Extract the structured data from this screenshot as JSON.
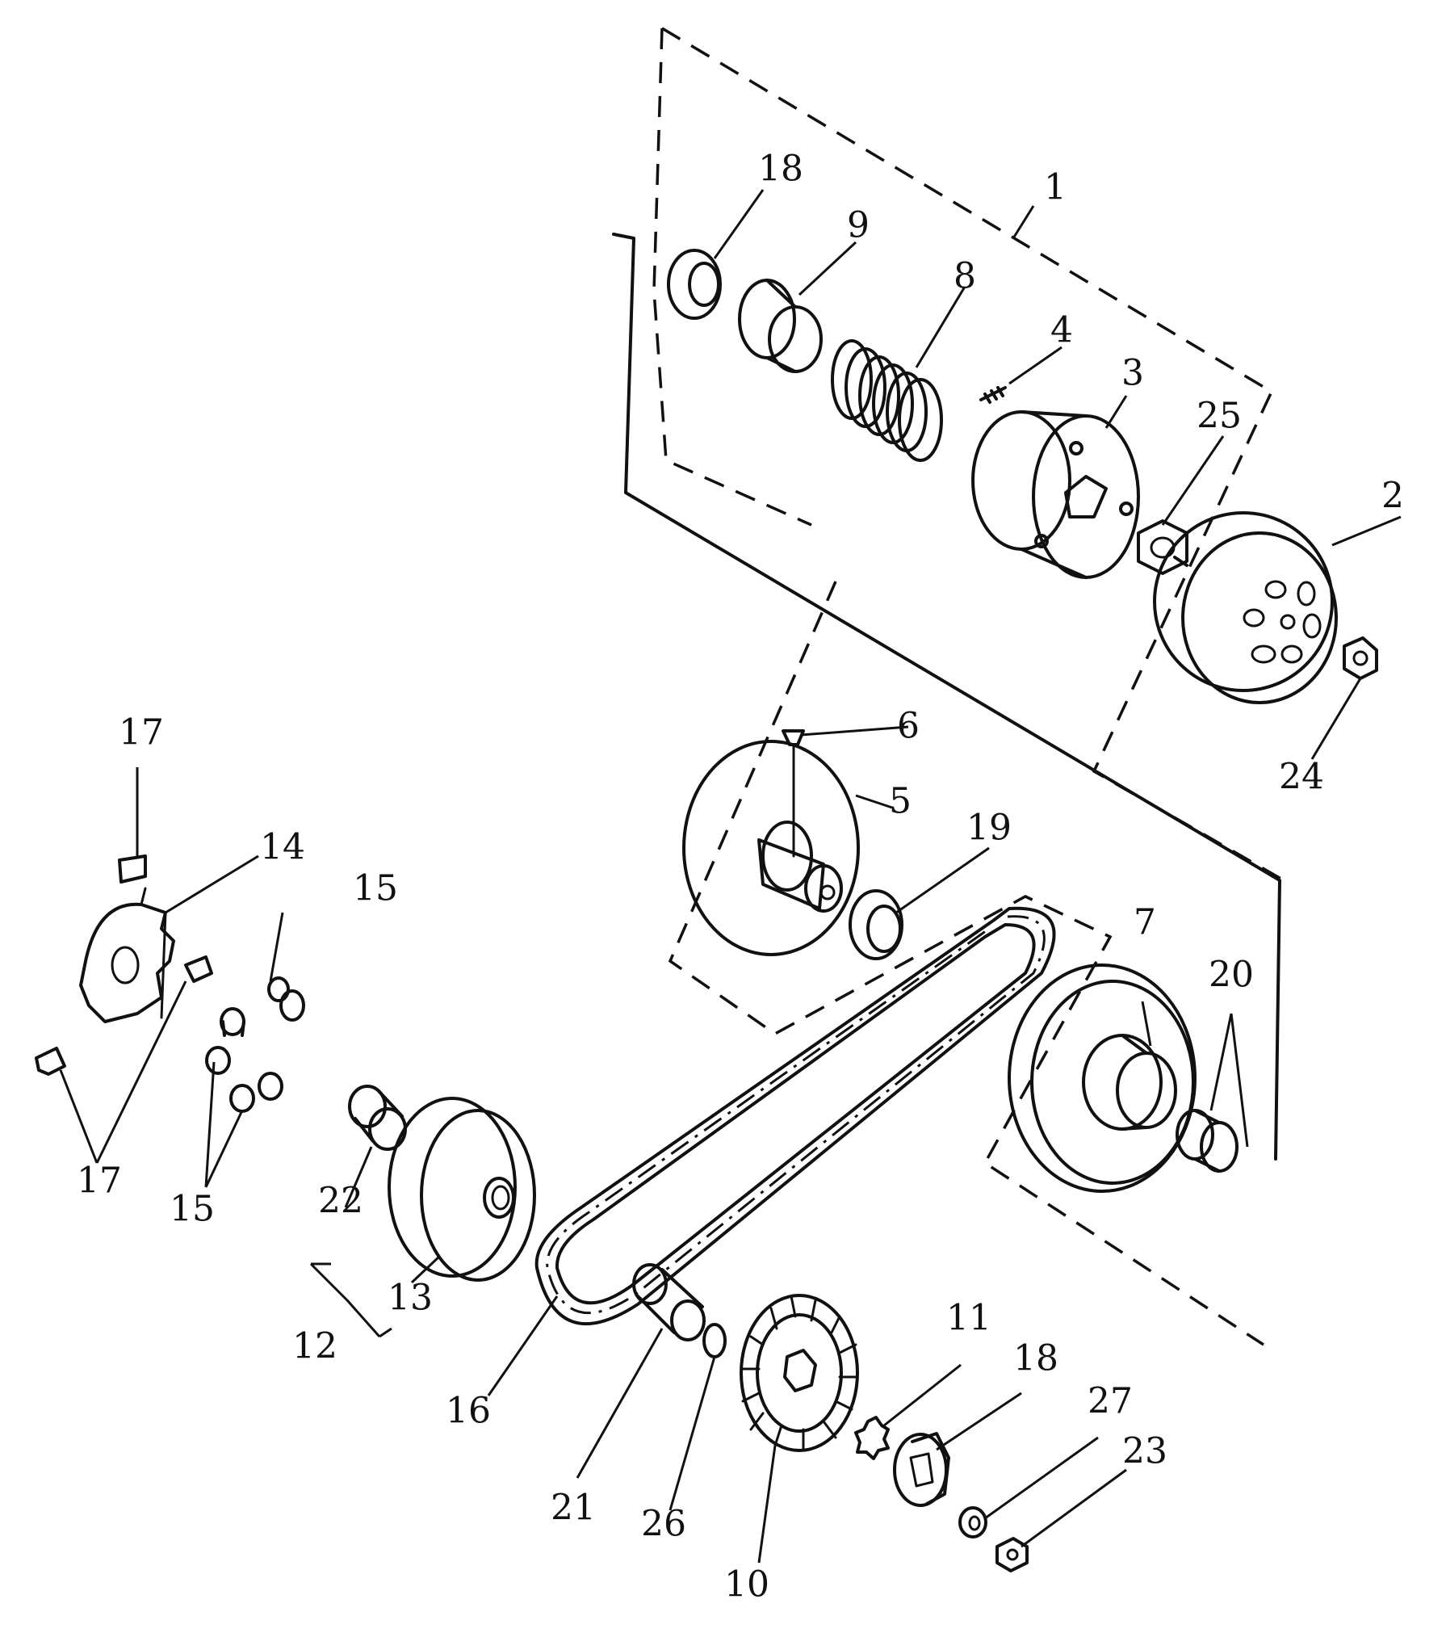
{
  "callouts": {
    "c1": "1",
    "c2": "2",
    "c3": "3",
    "c4": "4",
    "c5": "5",
    "c6": "6",
    "c7": "7",
    "c8": "8",
    "c9": "9",
    "c10": "10",
    "c11": "11",
    "c12": "12",
    "c13": "13",
    "c14": "14",
    "c15a": "15",
    "c15b": "15",
    "c16": "16",
    "c17a": "17",
    "c17b": "17",
    "c18a": "18",
    "c18b": "18",
    "c19": "19",
    "c20": "20",
    "c21": "21",
    "c22": "22",
    "c23": "23",
    "c24": "24",
    "c25": "25",
    "c26": "26",
    "c27": "27"
  }
}
